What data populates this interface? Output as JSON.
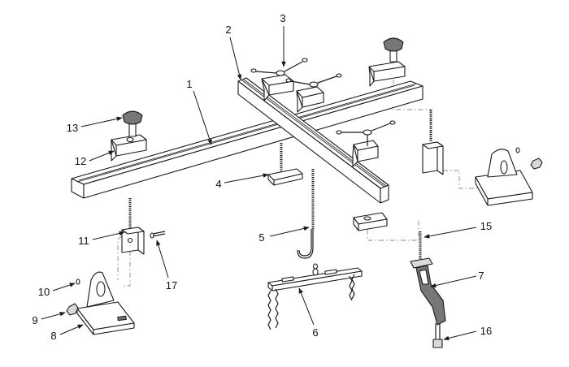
{
  "callouts": {
    "c1": "1",
    "c2": "2",
    "c3": "3",
    "c4": "4",
    "c5": "5",
    "c6": "6",
    "c7": "7",
    "c8": "8",
    "c9": "9",
    "c10": "10",
    "c11": "11",
    "c12": "12",
    "c13": "13",
    "c15": "15",
    "c16": "16",
    "c17": "17"
  }
}
